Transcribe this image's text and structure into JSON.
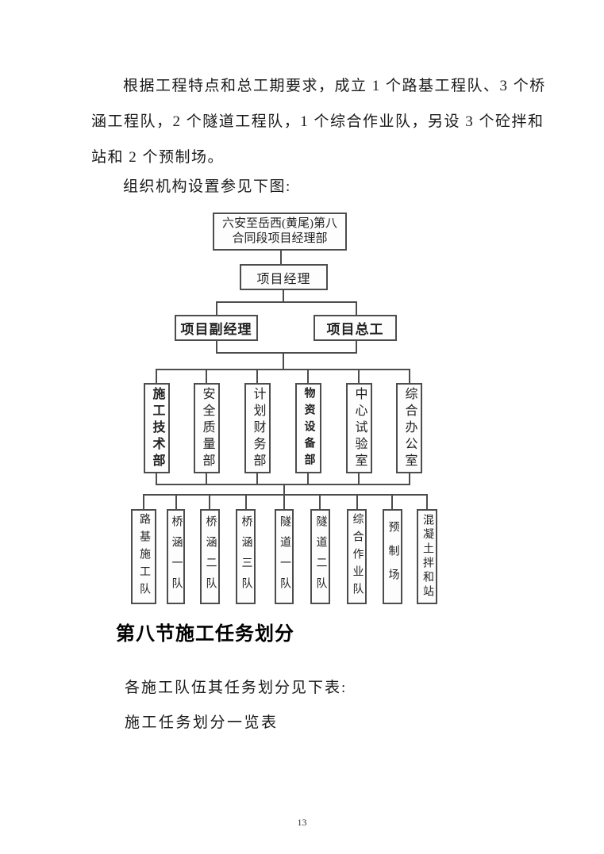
{
  "document": {
    "paragraph": {
      "line1": "根据工程特点和总工期要求，成立 1 个路基工程队、3 个桥",
      "line2": "涵工程队，2 个隧道工程队，1 个综合作业队，另设 3 个砼拌和",
      "line3": "站和 2 个预制场。"
    },
    "figure_caption": "组织机构设置参见下图:",
    "section_heading": "第八节施工任务划分",
    "table_intro": "各施工队伍其任务划分见下表:",
    "table_title": "施工任务划分一览表",
    "page_number": "13"
  },
  "org_chart": {
    "root_line1": "六安至岳西(黄尾)第八",
    "root_line2": "合同段项目经理部",
    "manager": "项目经理",
    "deputy": "项目副经理",
    "chief_engineer": "项目总工",
    "departments": [
      "施工技术部",
      "安全质量部",
      "计划财务部",
      "物资设备部",
      "中心试验室",
      "综合办公室"
    ],
    "teams": [
      "路基施工队",
      "桥涵一队",
      "桥涵二队",
      "桥涵三队",
      "隧道一队",
      "隧道二队",
      "综合作业队",
      "预制场",
      "混凝土拌和站"
    ]
  }
}
